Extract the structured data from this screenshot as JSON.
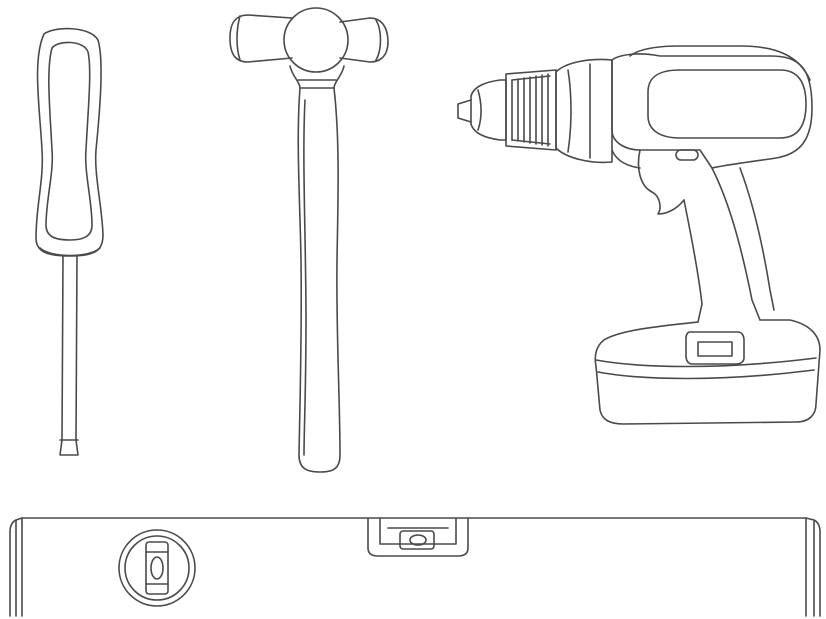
{
  "illustration": {
    "tools": [
      {
        "key": "screwdriver",
        "icon": "screwdriver-icon"
      },
      {
        "key": "hammer",
        "icon": "ball-peen-hammer-icon"
      },
      {
        "key": "drill",
        "icon": "cordless-drill-icon"
      },
      {
        "key": "level",
        "icon": "spirit-level-icon"
      }
    ],
    "colors": {
      "background": "#ffffff",
      "stroke": "#4a4a4a"
    }
  }
}
